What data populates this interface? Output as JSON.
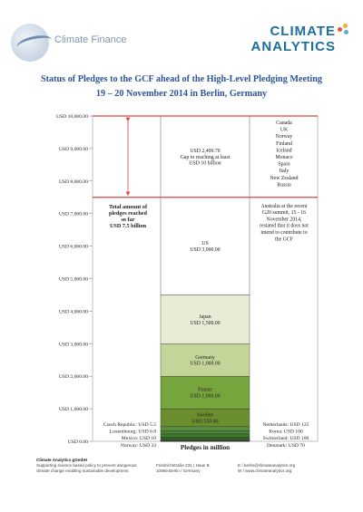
{
  "header": {
    "logo_left_text": "Climate Finance",
    "logo_right_line1": "CLIMATE",
    "logo_right_line2": "ANALYTICS",
    "colors": {
      "brand_blue": "#1e6e9e",
      "title_blue": "#2e5597"
    }
  },
  "title_line1": "Status of Pledges to the GCF ahead of the High-Level Pledging Meeting",
  "title_line2": "19 – 20 November 2014 in Berlin, Germany",
  "chart_data": {
    "type": "bar",
    "subtype": "stacked-single",
    "ylim": [
      0,
      10000
    ],
    "yticks": [
      "USD 0.00",
      "USD 1,000.00",
      "USD 2,000.00",
      "USD 3,000.00",
      "USD 4,000.00",
      "USD 5,000.00",
      "USD 6,000.00",
      "USD 7,000.00",
      "USD 8,000.00",
      "USD 9,000.00",
      "USD 10,000.00"
    ],
    "ytick_values": [
      0,
      1000,
      2000,
      3000,
      4000,
      5000,
      6000,
      7000,
      8000,
      9000,
      10000
    ],
    "xlabel": "Pledges in million",
    "target_line": 10000,
    "pledged_line": 7500,
    "segments": [
      {
        "name": "Czech Republic",
        "value": 5.5,
        "color": "#1d3d14"
      },
      {
        "name": "Luxembourg",
        "value": 6.8,
        "color": "#264f1b"
      },
      {
        "name": "Mexico",
        "value": 10,
        "color": "#2d5c20"
      },
      {
        "name": "Norway",
        "value": 33,
        "color": "#3a6f28"
      },
      {
        "name": "Denmark",
        "value": 70,
        "color": "#2f6324"
      },
      {
        "name": "Switzerland",
        "value": 100,
        "color": "#3e7a2c"
      },
      {
        "name": "Korea",
        "value": 100,
        "color": "#4a8434"
      },
      {
        "name": "Netherlands",
        "value": 125,
        "color": "#56903e"
      },
      {
        "name": "Sweden",
        "value": 550,
        "color": "#6b8e2f",
        "label_lines": [
          "Sweden",
          "USD 550.00"
        ]
      },
      {
        "name": "France",
        "value": 1000,
        "color": "#76a43d",
        "label_lines": [
          "France",
          "USD 1,000.00"
        ]
      },
      {
        "name": "Germany",
        "value": 1000,
        "color": "#c4d59a",
        "label_lines": [
          "Germany",
          "USD 1,000.00"
        ]
      },
      {
        "name": "Japan",
        "value": 1500,
        "color": "#e6edd4",
        "label_lines": [
          "Japan",
          "USD 1,500.00"
        ]
      },
      {
        "name": "US",
        "value": 3000,
        "color": "#ffffff",
        "label_lines": [
          "US",
          "USD 3,000.00"
        ]
      },
      {
        "name": "Gap",
        "value": 2499.7,
        "color": "#ffffff",
        "label_lines": [
          "USD 2,499.70",
          "Gap to reaching at least",
          "USD 10 billion"
        ]
      }
    ],
    "annotations": {
      "total_lines": [
        "Total amount of",
        "pledges reached",
        "so far",
        "USD 7.5 billion"
      ],
      "gap_countries": [
        "Canada",
        "UK",
        "Norway",
        "Finland",
        "Iceland",
        "Monaco",
        "Spain",
        "Italy",
        "New Zealand",
        "Russia"
      ],
      "australia_lines": [
        "Australia at the recent",
        "G20 summit, 15 - 16",
        "November 2014,",
        "restated that it does not",
        "intend to contribute to",
        "the GCF"
      ],
      "small_left": [
        "Czech Republic: USD 5.5",
        "Luxembourg: USD 6.8",
        "Mexico: USD 10",
        "Norway: USD 33"
      ],
      "small_right": [
        "Netherlands: USD 125",
        "Korea: USD 100",
        "Switzerland: USD 100",
        "Denmark: USD 70"
      ]
    }
  },
  "footer": {
    "org": "Climate Analytics gGmbH",
    "desc1": "Supporting science based policy to prevent dangerous",
    "desc2": "climate change enabling sustainable development",
    "addr1": "Friedrichstraße 231 | Haus B",
    "addr2": "10969 Berlin / Germany",
    "email": "E / berlin@climateanalytics.org",
    "web": "W / www.climateanalytics.org"
  }
}
